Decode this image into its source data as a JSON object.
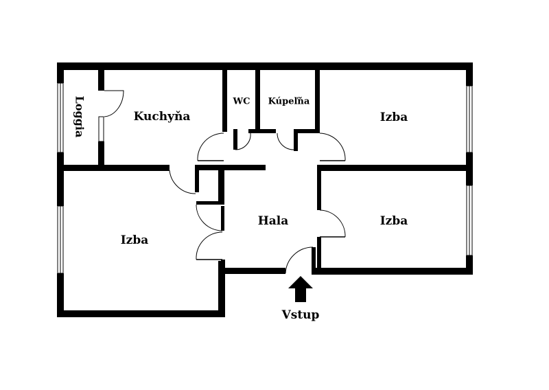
{
  "plan": {
    "colors": {
      "wall": "#000000",
      "background": "#ffffff"
    },
    "rooms": {
      "loggia": "Loggia",
      "kitchen": "Kuchyňa",
      "wc": "WC",
      "bathroom": "Kúpeľňa",
      "room_top_right": "Izba",
      "room_left": "Izba",
      "hall": "Hala",
      "room_bottom_right": "Izba"
    },
    "entrance": {
      "label": "Vstup",
      "icon": "arrow-up-icon"
    }
  }
}
